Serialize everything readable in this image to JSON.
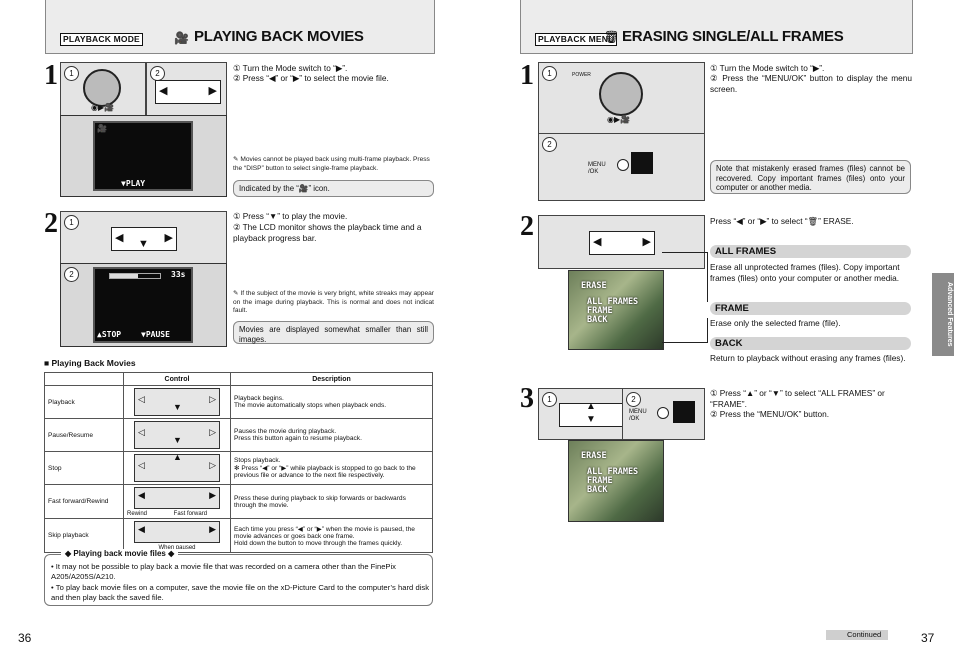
{
  "left": {
    "header_tag": "PLAYBACK MODE",
    "title": "PLAYING BACK MOVIES",
    "step1": {
      "number": "1",
      "instr1": "① Turn the Mode switch to “▶”.",
      "instr2": "② Press “◀” or “▶” to select the movie file.",
      "note": "Movies cannot be played back using multi-frame playback. Press the “DISP” button to select single-frame playback.",
      "indicator": "Indicated by the “🎥” icon.",
      "lcd_label": "▼PLAY"
    },
    "step2": {
      "number": "2",
      "instr1": "① Press “▼” to play the movie.",
      "instr2": "② The LCD monitor shows the playback time and a playback progress bar.",
      "note": "If the subject of the movie is very bright, white streaks may appear on the image during playback. This is normal and does not indicat fault.",
      "box": "Movies are displayed somewhat smaller than still images.",
      "lcd_time": "33s",
      "lcd_stop": "▲STOP",
      "lcd_pause": "▼PAUSE",
      "progress": 0.55
    },
    "table": {
      "heading": "■ Playing Back Movies",
      "col_control": "Control",
      "col_desc": "Description",
      "rows": [
        {
          "name": "Playback",
          "desc1": "Playback begins.",
          "desc2": "The movie automatically stops when playback ends.",
          "cap": ""
        },
        {
          "name": "Pause/Resume",
          "desc1": "Pauses the movie during playback.",
          "desc2": "Press this button again to resume playback.",
          "cap": ""
        },
        {
          "name": "Stop",
          "desc1": "Stops playback.",
          "desc2": "✻ Press “◀” or “▶” while playback is stopped to go back to the previous file or advance to the next file respectively.",
          "cap": ""
        },
        {
          "name": "Fast forward/Rewind",
          "desc1": "Press these during playback to skip forwards or backwards through the movie.",
          "desc2": "",
          "cap": "Rewind                Fast forward"
        },
        {
          "name": "Skip playback",
          "desc1": "Each time you press “◀” or “▶” when the movie is paused, the movie advances or goes back one frame.",
          "desc2": "Hold down the button to move through the frames quickly.",
          "cap": "When paused"
        }
      ]
    },
    "tips": {
      "title": "◆ Playing back movie files ◆",
      "b1": "• It may not be possible to play back a movie file that was recorded on a camera other than the FinePix A205/A205S/A210.",
      "b2": "• To play back movie files on a computer, save the movie file on the xD-Picture Card to the computer’s hard disk and then play back the saved file."
    },
    "page_number": "36"
  },
  "right": {
    "header_tag": "PLAYBACK MENU",
    "title": "ERASING SINGLE/ALL FRAMES",
    "step1": {
      "number": "1",
      "instr1": "① Turn the Mode switch to “▶”.",
      "instr2": "② Press the “MENU/OK” button to display the menu screen.",
      "note": "Note that mistakenly erased frames (files) cannot be recovered. Copy important frames (files) onto your computer or another media.",
      "power": "POWER",
      "menu_btn": "MENU /OK"
    },
    "step2": {
      "number": "2",
      "instr": "Press “◀” or “▶” to select “🗑” ERASE.",
      "all_frames_h": "ALL FRAMES",
      "all_frames_t": "Erase all unprotected frames (files). Copy important frames (files) onto your computer or another media.",
      "frame_h": "FRAME",
      "frame_t": "Erase only the selected frame (file).",
      "back_h": "BACK",
      "back_t": "Return to playback without erasing any frames (files).",
      "lcd_erase": "ERASE",
      "lcd_all": "ALL FRAMES",
      "lcd_frame": "FRAME",
      "lcd_back": "BACK"
    },
    "step3": {
      "number": "3",
      "instr1": "① Press “▲” or “▼” to select “ALL FRAMES” or “FRAME”.",
      "instr2": "② Press the “MENU/OK” button.",
      "lcd_erase": "ERASE",
      "lcd_all": "ALL FRAMES",
      "lcd_frame": "FRAME",
      "lcd_back": "BACK",
      "menu_btn": "MENU /OK"
    },
    "side_tab": "Advanced Features",
    "continued": "Continued",
    "page_number": "37"
  }
}
